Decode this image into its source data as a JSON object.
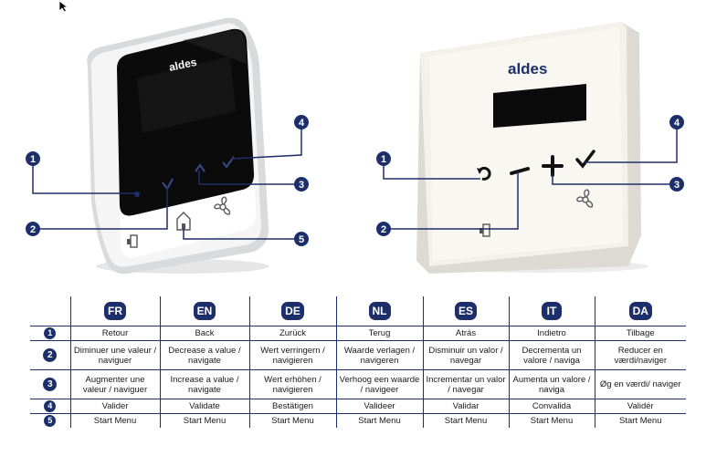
{
  "devices": {
    "left": {
      "brand": "aldes",
      "callouts": [
        "1",
        "2",
        "3",
        "4",
        "5"
      ]
    },
    "right": {
      "brand": "aldes",
      "callouts": [
        "1",
        "2",
        "3",
        "4"
      ]
    }
  },
  "table": {
    "languages": [
      "FR",
      "EN",
      "DE",
      "NL",
      "ES",
      "IT",
      "DA"
    ],
    "rows": [
      {
        "num": "1",
        "cells": [
          "Retour",
          "Back",
          "Zurück",
          "Terug",
          "Atrás",
          "Indietro",
          "Tilbage"
        ]
      },
      {
        "num": "2",
        "cells": [
          "Diminuer une valeur / naviguer",
          "Decrease a value / navigate",
          "Wert verringern / navigieren",
          "Waarde verlagen / navigeren",
          "Disminuir un valor / navegar",
          "Decrementa un valore / naviga",
          "Reducer en værdi/naviger"
        ]
      },
      {
        "num": "3",
        "cells": [
          "Augmenter une valeur / naviguer",
          "Increase a value / navigate",
          "Wert erhöhen / navigieren",
          "Verhoog een waarde / navigeer",
          "Incrementar un valor / navegar",
          "Aumenta un valore / naviga",
          "Øg en værdi/ naviger"
        ]
      },
      {
        "num": "4",
        "cells": [
          "Valider",
          "Validate",
          "Bestätigen",
          "Valideer",
          "Validar",
          "Convalida",
          "Validér"
        ]
      },
      {
        "num": "5",
        "cells": [
          "Start Menu",
          "Start Menu",
          "Start Menu",
          "Start Menu",
          "Start Menu",
          "Start Menu",
          "Start Menu"
        ]
      }
    ]
  },
  "colors": {
    "accent": "#1d2f6b",
    "device_black": "#0b0b0b",
    "device_frame": "#f3f1ea"
  }
}
